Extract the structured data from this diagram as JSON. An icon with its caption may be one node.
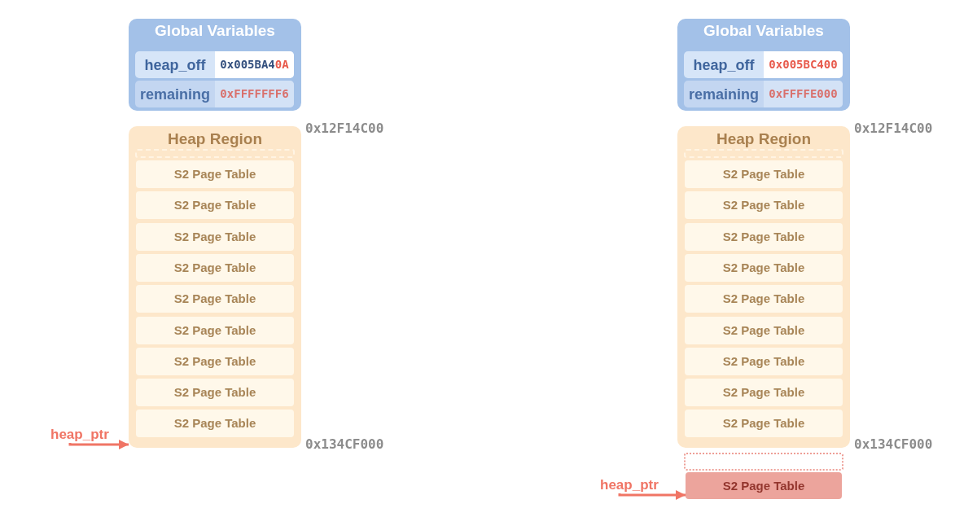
{
  "diagram": {
    "nodes": [
      {
        "text": [
          "Global Variables"
        ]
      },
      {
        "text": [
          "heap_off",
          "0x005BA4**0A**"
        ],
        "in": 0
      },
      {
        "text": [
          "remaining",
          "0xFFFFFFF6"
        ],
        "in": 0
      },
      {
        "text": [
          "Heap Region"
        ],
        "beside": [
          "0x12F14C00",
          "0x134CF000"
        ]
      },
      {
        "text": [],
        "shape": "box",
        "in": 3
      },
      {
        "text": [
          "S2 Page Table"
        ],
        "in": 3
      },
      {
        "text": [
          "S2 Page Table"
        ],
        "in": 3
      },
      {
        "text": [
          "S2 Page Table"
        ],
        "in": 3
      },
      {
        "text": [
          "S2 Page Table"
        ],
        "in": 3
      },
      {
        "text": [
          "S2 Page Table"
        ],
        "in": 3
      },
      {
        "text": [
          "S2 Page Table"
        ],
        "in": 3
      },
      {
        "text": [
          "S2 Page Table"
        ],
        "in": 3
      },
      {
        "text": [
          "S2 Page Table"
        ],
        "in": 3
      },
      {
        "text": [
          "S2 Page Table"
        ],
        "in": 3
      },
      {
        "text": [
          "heap_ptr"
        ]
      },
      {
        "text": [
          "Global Variables"
        ]
      },
      {
        "text": [
          "heap_off",
          "0x005BC400"
        ],
        "in": 15
      },
      {
        "text": [
          "remaining",
          "0xFFFFE000"
        ],
        "in": 15
      },
      {
        "text": [
          "Heap Region"
        ],
        "beside": [
          "0x12F14C00",
          "0x134CF000"
        ]
      },
      {
        "text": [],
        "shape": "box",
        "in": 18
      },
      {
        "text": [
          "S2 Page Table"
        ],
        "in": 18
      },
      {
        "text": [
          "S2 Page Table"
        ],
        "in": 18
      },
      {
        "text": [
          "S2 Page Table"
        ],
        "in": 18
      },
      {
        "text": [
          "S2 Page Table"
        ],
        "in": 18
      },
      {
        "text": [
          "S2 Page Table"
        ],
        "in": 18
      },
      {
        "text": [
          "S2 Page Table"
        ],
        "in": 18
      },
      {
        "text": [
          "S2 Page Table"
        ],
        "in": 18
      },
      {
        "text": [
          "S2 Page Table"
        ],
        "in": 18
      },
      {
        "text": [
          "S2 Page Table"
        ],
        "in": 18
      },
      {
        "text": [],
        "shape": "box"
      },
      {
        "text": [
          "S2 Page Table"
        ]
      },
      {
        "text": [
          "heap_ptr"
        ]
      }
    ],
    "edges": [
      {
        "from": 14,
        "to": 3,
        "arrow": "to"
      },
      {
        "from": 31,
        "to": 30,
        "arrow": "to"
      }
    ]
  }
}
